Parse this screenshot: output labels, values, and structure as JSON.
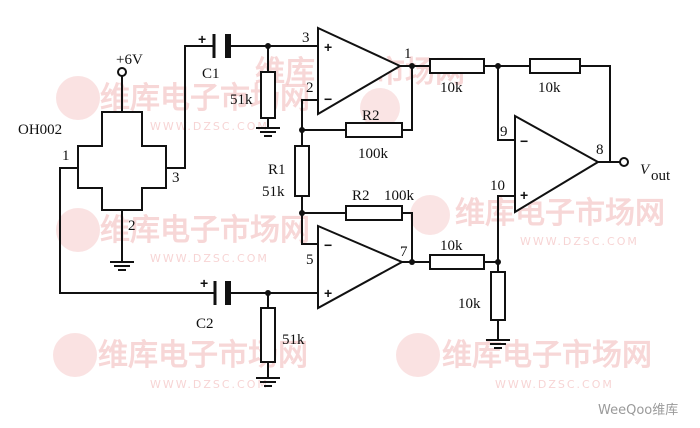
{
  "watermark": {
    "text": "维库电子市场网",
    "url": "WWW.DZSC.COM"
  },
  "credit": "WeeQoo维库",
  "labels": {
    "supply": "+6V",
    "hall_sensor": "OH002",
    "hall_pin1": "1",
    "hall_pin2": "2",
    "hall_pin3": "3",
    "c1": "C1",
    "c2": "C2",
    "plus": "+",
    "minus": "−",
    "res_51k_top": "51k",
    "res_51k_bottom": "51k",
    "r1": "R1",
    "r1_value": "51k",
    "r2_top": "R2",
    "r2_top_value": "100k",
    "r2_bottom": "R2",
    "r2_bottom_value": "100k",
    "res_10k_a": "10k",
    "res_10k_b": "10k",
    "res_10k_c": "10k",
    "res_10k_d": "10k",
    "opamp1_pin3": "3",
    "opamp1_pin2": "2",
    "opamp1_pin1": "1",
    "opamp2_pin5": "5",
    "opamp2_pin7": "7",
    "opamp3_pin9": "9",
    "opamp3_pin10": "10",
    "opamp3_pin8": "8",
    "vout": "V",
    "vout_sub": "out"
  }
}
